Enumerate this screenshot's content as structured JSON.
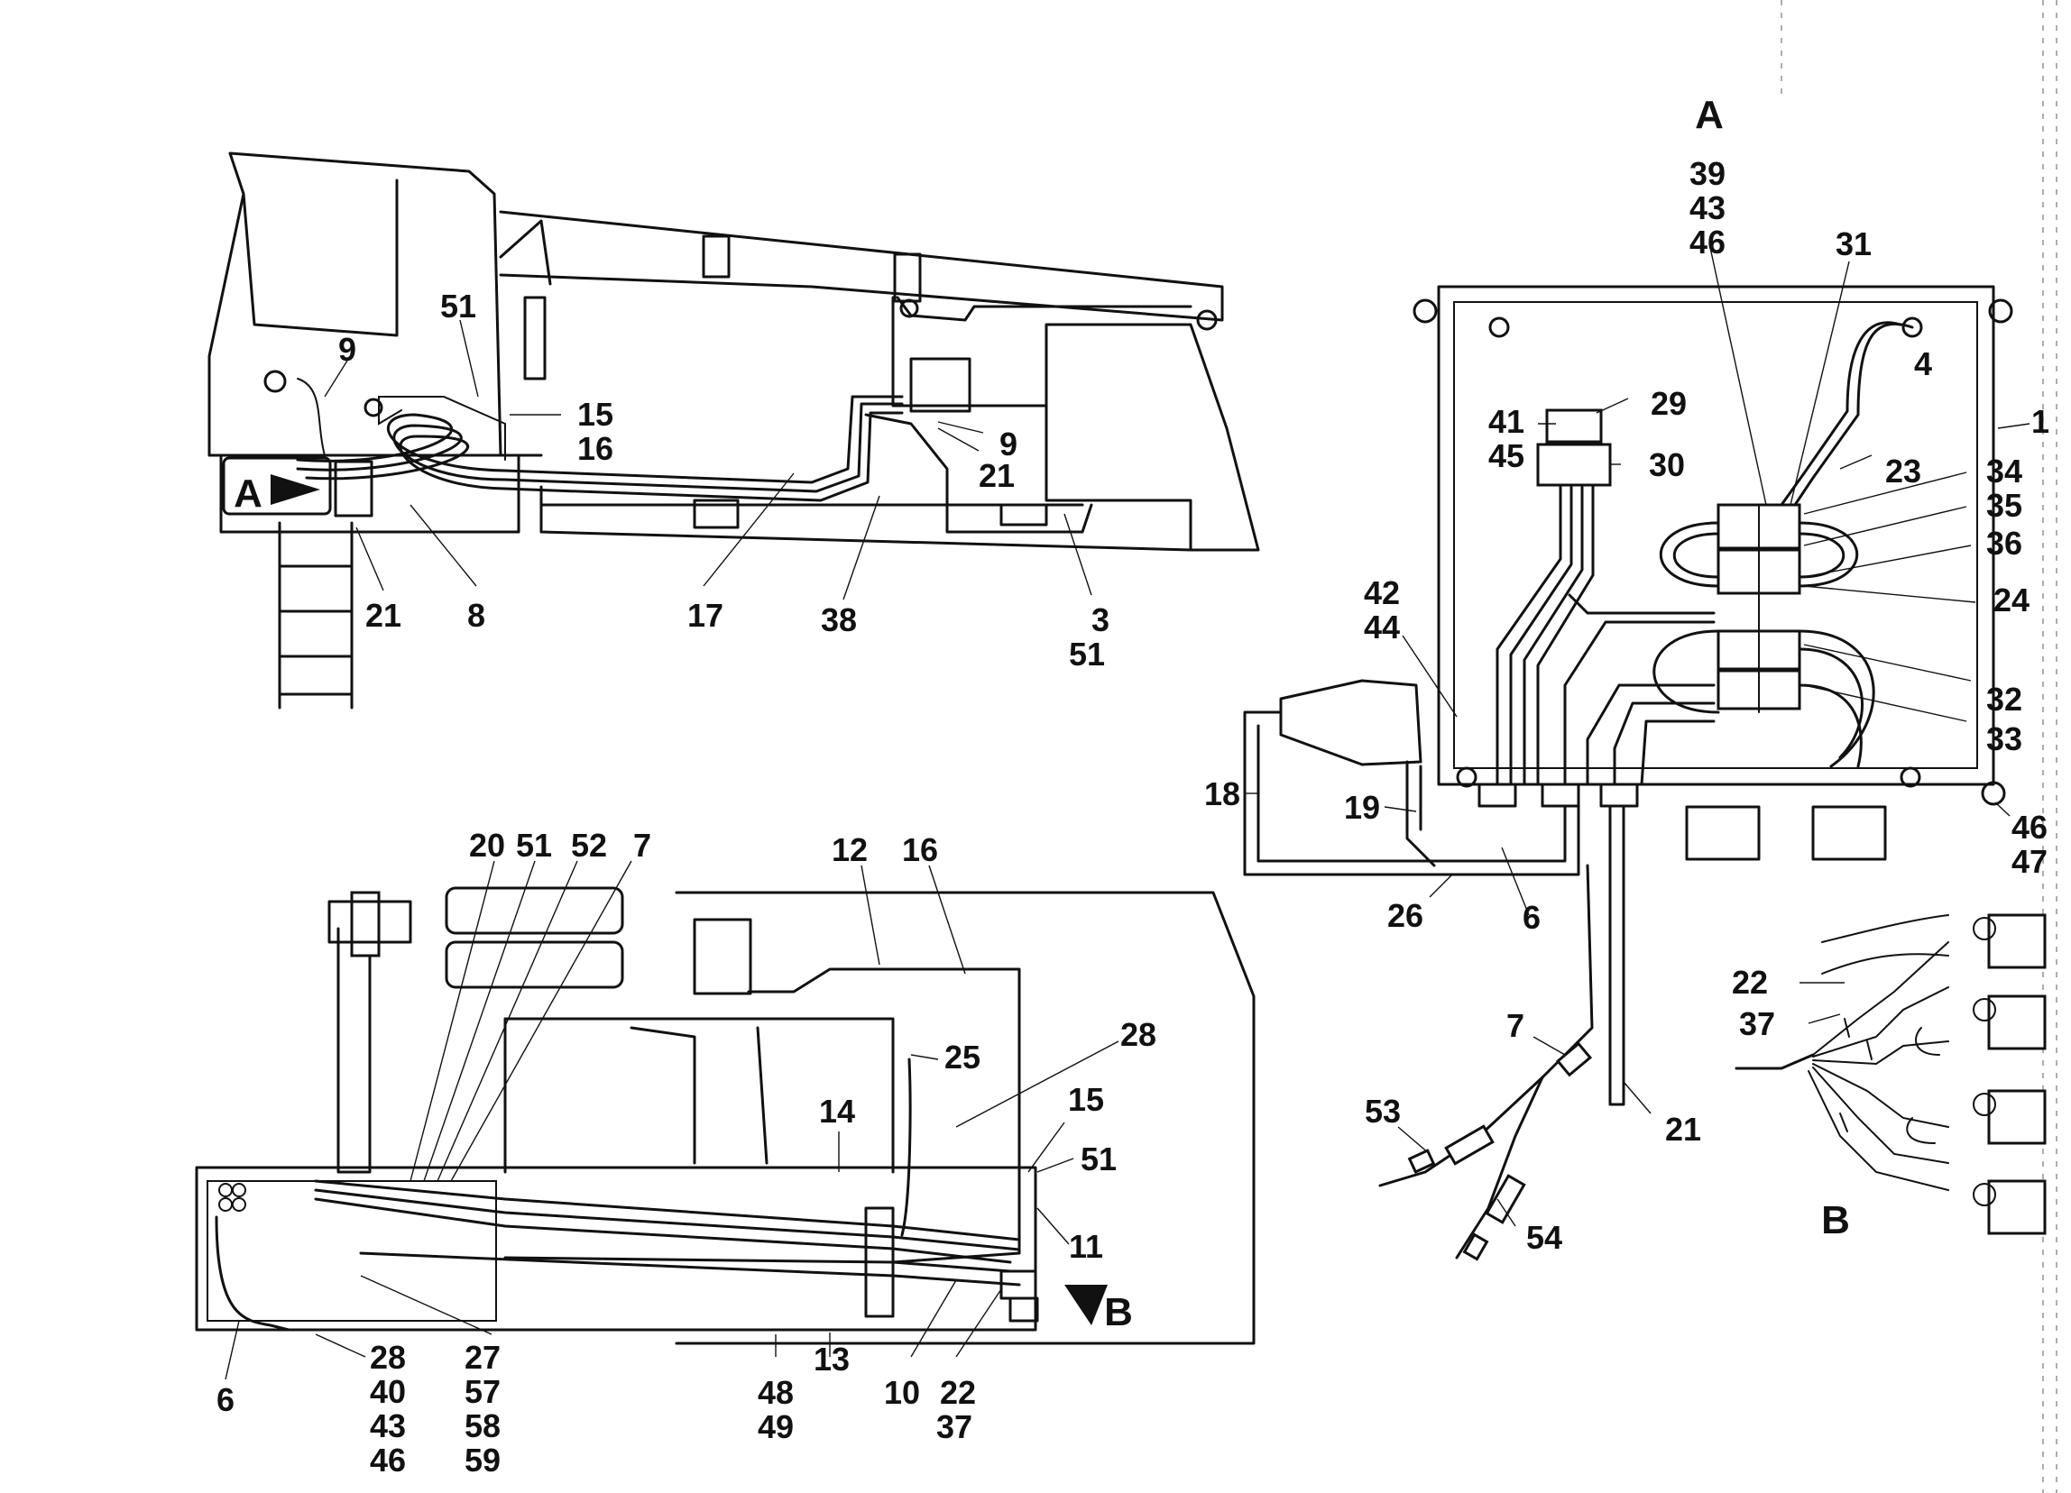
{
  "views": {
    "side": {
      "labels": [
        "9",
        "51",
        "15",
        "16",
        "A",
        "9",
        "21",
        "21",
        "8",
        "17",
        "38",
        "3",
        "51"
      ]
    },
    "detail_a": {
      "title": "A",
      "labels": [
        "39",
        "43",
        "46",
        "31",
        "29",
        "41",
        "45",
        "30",
        "4",
        "1",
        "23",
        "34",
        "35",
        "36",
        "24",
        "42",
        "44",
        "32",
        "33",
        "18",
        "19",
        "46",
        "47",
        "26",
        "6",
        "21",
        "7",
        "53",
        "54"
      ]
    },
    "top": {
      "labels": [
        "20",
        "51",
        "52",
        "7",
        "12",
        "16",
        "28",
        "25",
        "14",
        "15",
        "51",
        "11",
        "B",
        "6",
        "28",
        "40",
        "43",
        "46",
        "27",
        "57",
        "58",
        "59",
        "48",
        "49",
        "13",
        "10",
        "22",
        "37"
      ]
    },
    "detail_b": {
      "title": "B",
      "labels": [
        "22",
        "37"
      ]
    }
  }
}
